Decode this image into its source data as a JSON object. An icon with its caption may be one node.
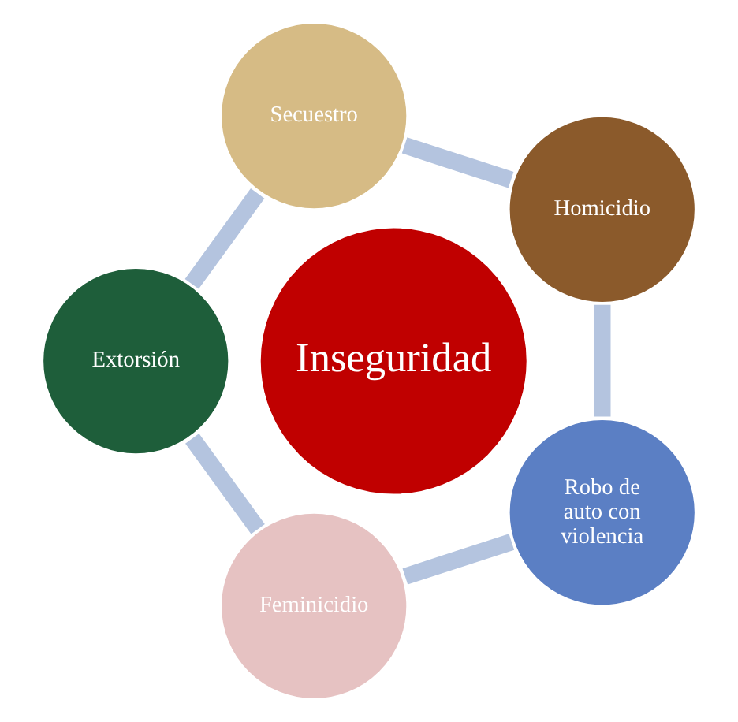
{
  "diagram": {
    "nodes": [
      {
        "text": [
          "Inseguridad"
        ]
      },
      {
        "text": [
          "Homicidio"
        ]
      },
      {
        "text": [
          "Secuestro"
        ]
      },
      {
        "text": [
          "Extorsión"
        ]
      },
      {
        "text": [
          "Feminicidio"
        ]
      },
      {
        "text": [
          "Robo de auto con violencia"
        ]
      }
    ],
    "edges": [
      {
        "from": 1,
        "to": 2,
        "arrow": "none"
      },
      {
        "from": 2,
        "to": 3,
        "arrow": "none"
      },
      {
        "from": 3,
        "to": 4,
        "arrow": "none"
      },
      {
        "from": 4,
        "to": 5,
        "arrow": "none"
      },
      {
        "from": 5,
        "to": 1,
        "arrow": "none"
      }
    ]
  }
}
